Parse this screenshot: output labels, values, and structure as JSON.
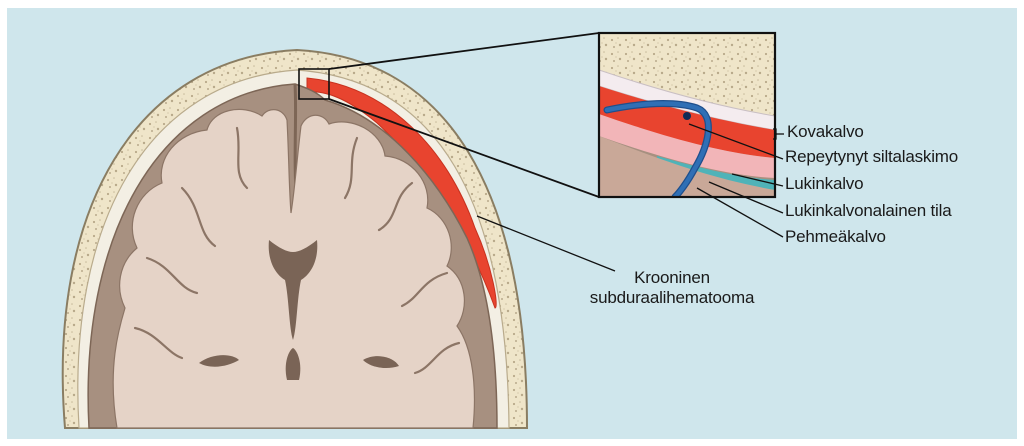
{
  "diagram": {
    "colors": {
      "background": "#cfe6ec",
      "skull": "#efe5c9",
      "bone_speckle": "#b8a98a",
      "grey_matter": "#a79080",
      "white_matter": "#e5d3c7",
      "hematoma": "#e8442f",
      "dura": "#f4ecef",
      "arachnoid": "#f2b5b8",
      "subarachnoid": "#4fb3b8",
      "vein": "#2f6fb5"
    },
    "labels": {
      "dura": "Kovakalvo",
      "torn_bridging_vein": "Repeytynyt siltalaskimo",
      "arachnoid": "Lukinkalvo",
      "subarachnoid_space": "Lukinkalvonalainen tila",
      "pia": "Pehmeäkalvo",
      "hematoma_line1": "Krooninen",
      "hematoma_line2": "subduraalihematooma"
    }
  }
}
